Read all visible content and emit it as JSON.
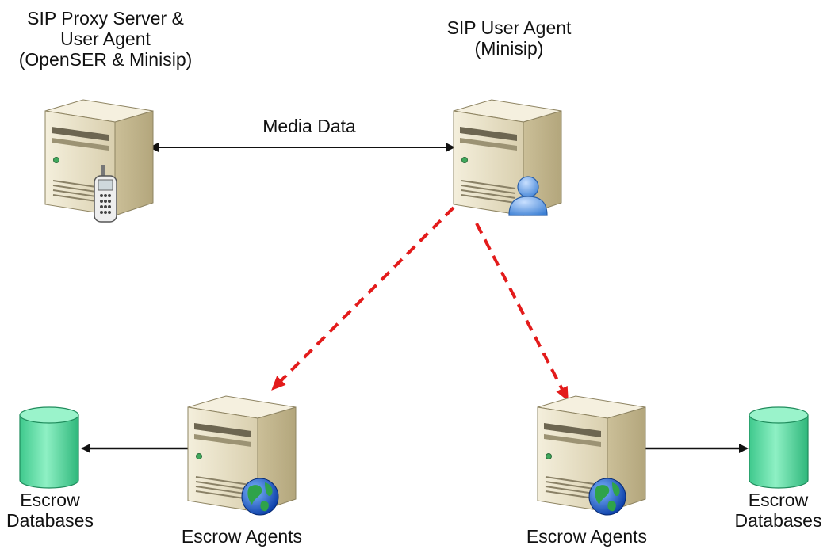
{
  "diagram": {
    "nodes": {
      "proxy_server": {
        "lines": [
          "SIP Proxy Server &",
          "User Agent",
          "(OpenSER & Minisip)"
        ],
        "icon": "server-with-phone-icon"
      },
      "user_agent": {
        "lines": [
          "SIP User Agent",
          "(Minisip)"
        ],
        "icon": "server-with-user-icon"
      },
      "escrow_agent_left": {
        "lines": [
          "Escrow Agents"
        ],
        "icon": "server-with-globe-icon"
      },
      "escrow_agent_right": {
        "lines": [
          "Escrow Agents"
        ],
        "icon": "server-with-globe-icon"
      },
      "escrow_db_left": {
        "lines": [
          "Escrow",
          "Databases"
        ],
        "icon": "database-icon"
      },
      "escrow_db_right": {
        "lines": [
          "Escrow",
          "Databases"
        ],
        "icon": "database-icon"
      }
    },
    "edges": [
      {
        "from": "proxy_server",
        "to": "user_agent",
        "label": "Media Data",
        "style": "solid",
        "direction": "both",
        "color": "#111111"
      },
      {
        "from": "user_agent",
        "to": "escrow_agent_left",
        "label": "",
        "style": "dashed",
        "direction": "forward",
        "color": "#e31b1b"
      },
      {
        "from": "user_agent",
        "to": "escrow_agent_right",
        "label": "",
        "style": "dashed",
        "direction": "forward",
        "color": "#e31b1b"
      },
      {
        "from": "escrow_agent_left",
        "to": "escrow_db_left",
        "label": "",
        "style": "solid",
        "direction": "forward",
        "color": "#111111"
      },
      {
        "from": "escrow_agent_right",
        "to": "escrow_db_right",
        "label": "",
        "style": "solid",
        "direction": "forward",
        "color": "#111111"
      }
    ]
  },
  "colors": {
    "server_front": "#e8e0c4",
    "server_side": "#cfc49f",
    "server_top": "#f3eedb",
    "database": "#5fdba5",
    "database_dark": "#2fb77b",
    "dashed_arrow": "#e31b1b"
  }
}
